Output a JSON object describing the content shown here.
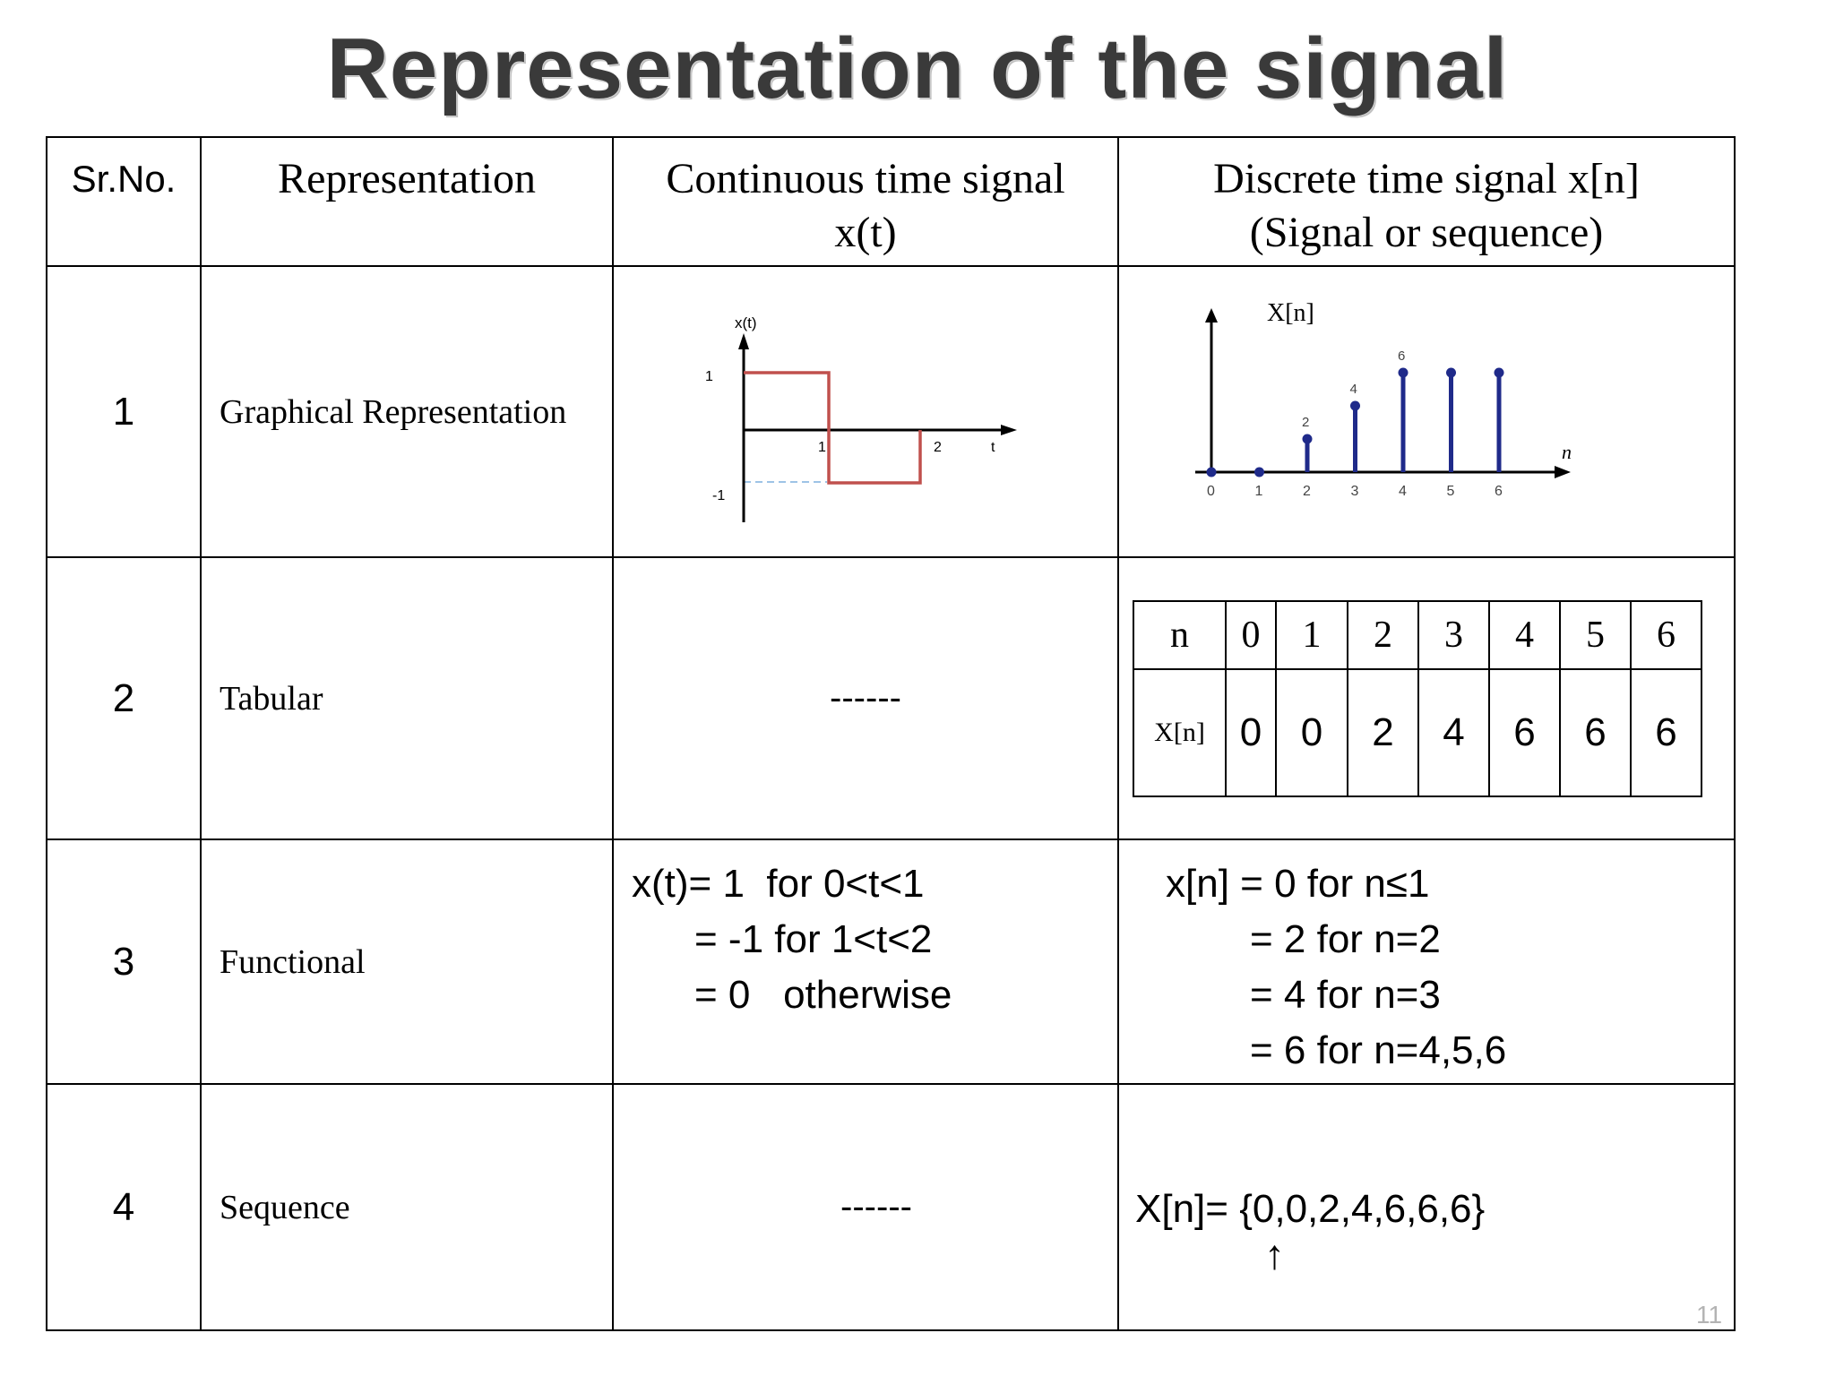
{
  "title": "Representation of the signal",
  "headers": {
    "srno": "Sr.No.",
    "representation": "Representation",
    "continuous_line1": "Continuous time signal",
    "continuous_line2": "x(t)",
    "discrete_line1": "Discrete time signal x[n]",
    "discrete_line2": "(Signal or sequence)"
  },
  "rows": [
    {
      "srno": "1",
      "representation": "Graphical Representation"
    },
    {
      "srno": "2",
      "representation": "Tabular",
      "continuous": "------"
    },
    {
      "srno": "3",
      "representation": "Functional"
    },
    {
      "srno": "4",
      "representation": "Sequence",
      "continuous": "------"
    }
  ],
  "continuous_plot": {
    "ylabel": "x(t)",
    "xlabel": "t",
    "y_ticks": [
      "1",
      "-1"
    ],
    "x_ticks": [
      "1",
      "2"
    ],
    "segments": [
      {
        "t_start": 0,
        "t_end": 1,
        "value": 1
      },
      {
        "t_start": 1,
        "t_end": 2,
        "value": -1
      }
    ],
    "line_color": "#c0504d",
    "guide_color": "#9ec3e6"
  },
  "discrete_plot": {
    "ylabel": "X[n]",
    "xlabel": "n",
    "n": [
      "0",
      "1",
      "2",
      "3",
      "4",
      "5",
      "6"
    ],
    "values": [
      0,
      0,
      2,
      4,
      6,
      6,
      6
    ],
    "value_labels": [
      "2",
      "4",
      "6"
    ],
    "stem_color": "#1f2a8a"
  },
  "tabular": {
    "n_label": "n",
    "n_values": [
      "0",
      "1",
      "2",
      "3",
      "4",
      "5",
      "6"
    ],
    "x_label": "X[n]",
    "x_values": [
      "0",
      "0",
      "2",
      "4",
      "6",
      "6",
      "6"
    ]
  },
  "functional": {
    "continuous": [
      "x(t)= 1  for 0<t<1",
      "= -1 for 1<t<2",
      "= 0   otherwise"
    ],
    "discrete": [
      "x[n] = 0 for n≤1",
      "= 2 for n=2",
      "= 4 for n=3",
      "= 6 for n=4,5,6"
    ]
  },
  "sequence": {
    "discrete": "X[n]= {0,0,2,4,6,6,6}",
    "origin_marker": "↑"
  },
  "page_number": "11"
}
